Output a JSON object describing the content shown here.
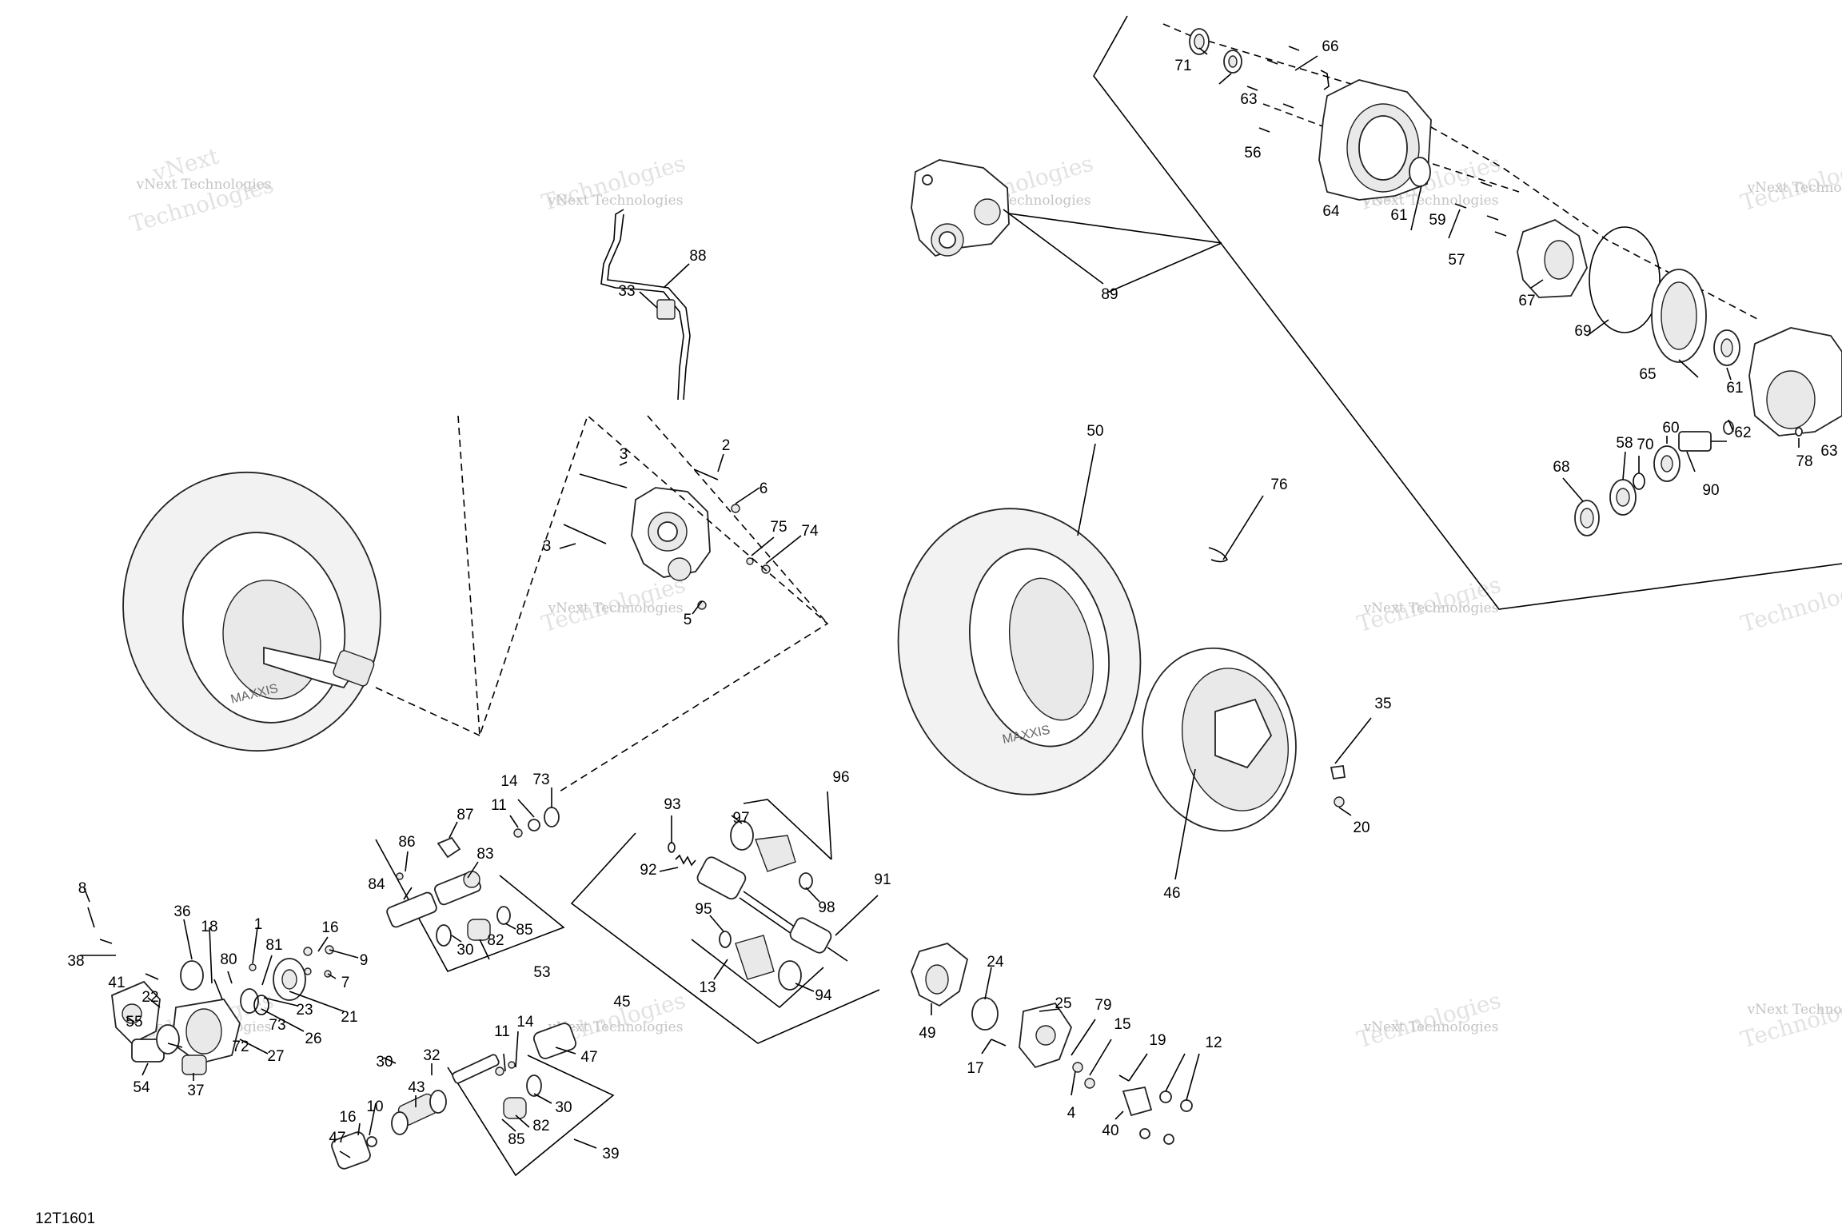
{
  "drawing_code": "12T1601",
  "watermark": {
    "line1": "vNext Technologies",
    "line2": "Technologies",
    "overlay": "vNext"
  },
  "tire_brand": "MAXXIS",
  "callouts": {
    "c71": "71",
    "c63a": "63",
    "c66": "66",
    "c56": "56",
    "c64": "64",
    "c61a": "61",
    "c59": "59",
    "c57": "57",
    "c67": "67",
    "c69": "69",
    "c65": "65",
    "c61b": "61",
    "c89": "89",
    "c63b": "63",
    "c78": "78",
    "c62": "62",
    "c90": "90",
    "c60": "60",
    "c70": "70",
    "c58": "58",
    "c68": "68",
    "c88": "88",
    "c33": "33",
    "c3a": "3",
    "c2": "2",
    "c6": "6",
    "c75": "75",
    "c74": "74",
    "c3b": "3",
    "c5": "5",
    "c50": "50",
    "c76": "76",
    "c35": "35",
    "c20": "20",
    "c46": "46",
    "c14a": "14",
    "c73a": "73",
    "c11a": "11",
    "c87": "87",
    "c86": "86",
    "c83": "83",
    "c84": "84",
    "c30a": "30",
    "c82a": "82",
    "c85a": "85",
    "c53": "53",
    "c96": "96",
    "c93": "93",
    "c97": "97",
    "c92": "92",
    "c98": "98",
    "c95": "95",
    "c91": "91",
    "c13": "13",
    "c94": "94",
    "c45": "45",
    "c8": "8",
    "c38": "38",
    "c36": "36",
    "c18": "18",
    "c1": "1",
    "c81": "81",
    "c16a": "16",
    "c9": "9",
    "c7": "7",
    "c80": "80",
    "c41": "41",
    "c22": "22",
    "c73b": "73",
    "c23": "23",
    "c21": "21",
    "c55": "55",
    "c72": "72",
    "c26": "26",
    "c27": "27",
    "c54": "54",
    "c37": "37",
    "c30b": "30",
    "c32": "32",
    "c11b": "11",
    "c14b": "14",
    "c47a": "47",
    "c16b": "16",
    "c10": "10",
    "c43": "43",
    "c47b": "47",
    "c30c": "30",
    "c82b": "82",
    "c85b": "85",
    "c39": "39",
    "c24": "24",
    "c25": "25",
    "c79": "79",
    "c15": "15",
    "c19": "19",
    "c12": "12",
    "c49": "49",
    "c17": "17",
    "c4": "4",
    "c40": "40"
  }
}
